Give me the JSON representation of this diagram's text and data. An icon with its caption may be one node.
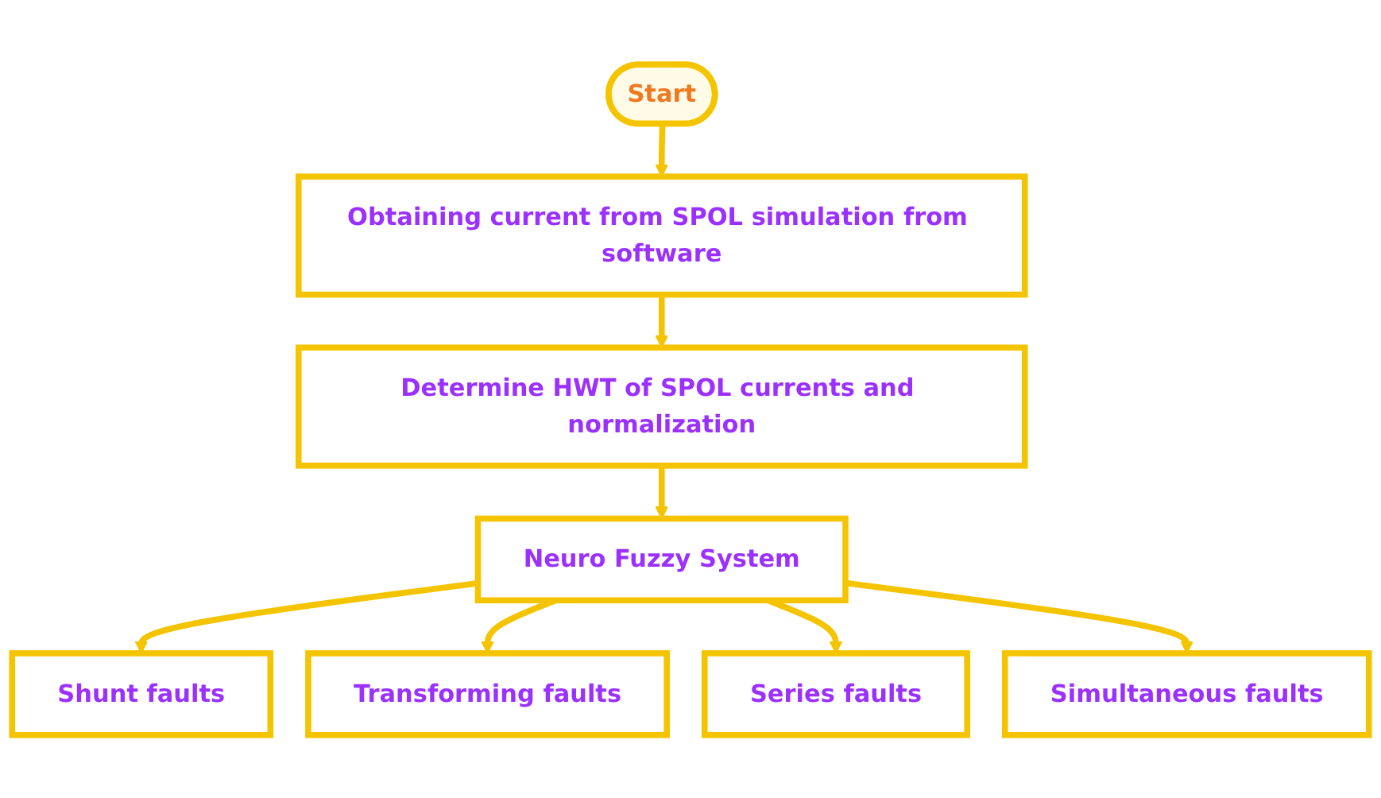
{
  "diagram": {
    "nodes": [
      {
        "text": [
          "Start"
        ]
      },
      {
        "text": [
          "Obtaining current from SPOL simulation from software"
        ]
      },
      {
        "text": [
          "Determine HWT of SPOL currents and normalization"
        ]
      },
      {
        "text": [
          "Neuro Fuzzy System"
        ]
      },
      {
        "text": [
          "Shunt faults"
        ]
      },
      {
        "text": [
          "Transforming faults"
        ]
      },
      {
        "text": [
          "Series faults"
        ]
      },
      {
        "text": [
          "Simultaneous faults"
        ]
      }
    ],
    "edges": [
      {
        "from": 0,
        "to": 1,
        "arrow": "to"
      },
      {
        "from": 1,
        "to": 2,
        "arrow": "to"
      },
      {
        "from": 2,
        "to": 3,
        "arrow": "to"
      },
      {
        "from": 3,
        "to": 4,
        "arrow": "to"
      },
      {
        "from": 3,
        "to": 5,
        "arrow": "to"
      },
      {
        "from": 3,
        "to": 6,
        "arrow": "to"
      },
      {
        "from": 3,
        "to": 7,
        "arrow": "to"
      }
    ]
  }
}
